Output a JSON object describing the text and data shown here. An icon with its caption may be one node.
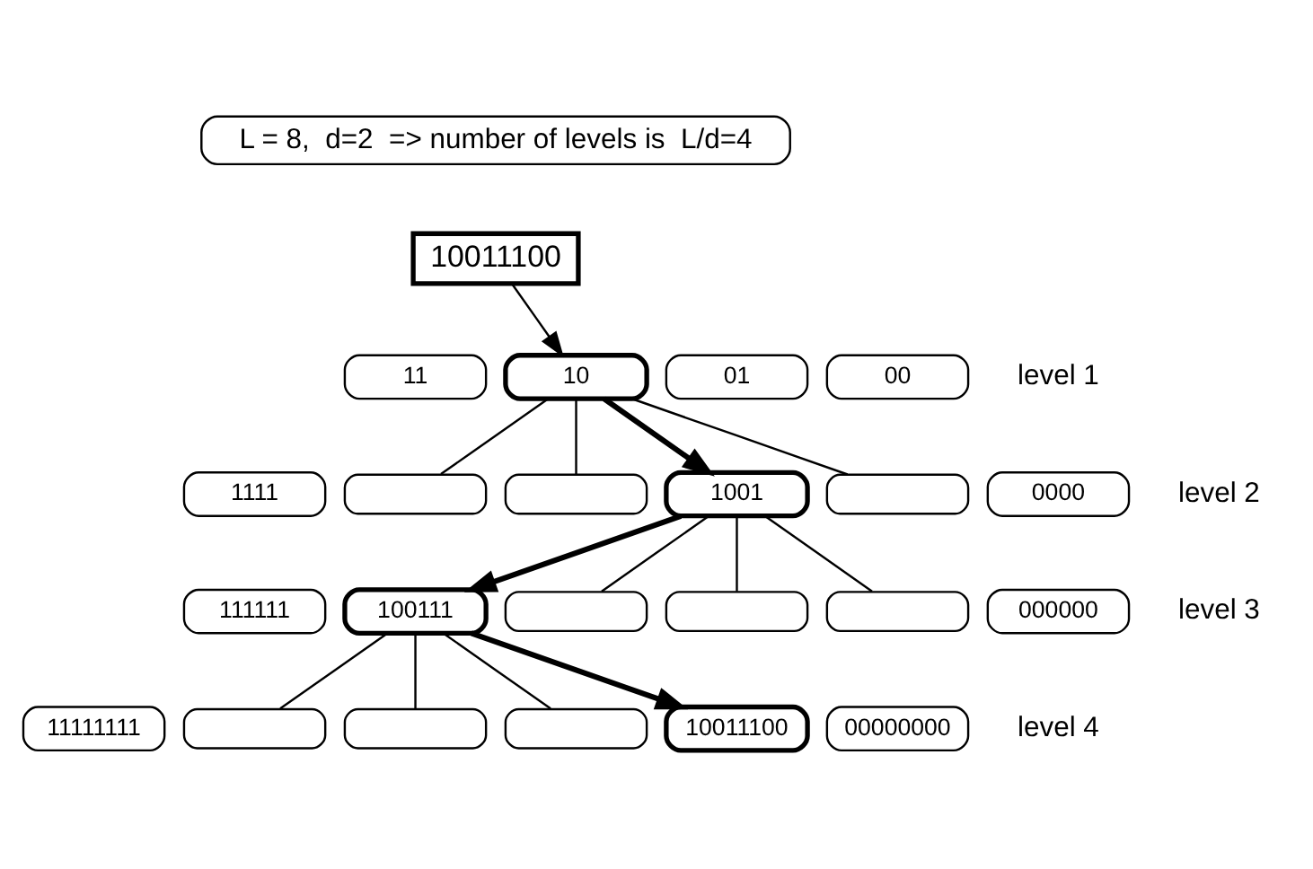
{
  "diagram": {
    "nodes": [
      {
        "text": [
          "L = 8,  d=2  => number of levels is  L/d=4"
        ]
      },
      {
        "text": [
          "10011100"
        ]
      },
      {
        "text": [
          "11"
        ]
      },
      {
        "text": [
          "10"
        ]
      },
      {
        "text": [
          "01"
        ]
      },
      {
        "text": [
          "00"
        ]
      },
      {
        "text": [
          "1111"
        ]
      },
      {
        "text": [],
        "shape": "box"
      },
      {
        "text": [],
        "shape": "box"
      },
      {
        "text": [
          "1001"
        ]
      },
      {
        "text": [],
        "shape": "box"
      },
      {
        "text": [
          "0000"
        ]
      },
      {
        "text": [
          "111111"
        ]
      },
      {
        "text": [
          "100111"
        ]
      },
      {
        "text": [],
        "shape": "box"
      },
      {
        "text": [],
        "shape": "box"
      },
      {
        "text": [],
        "shape": "box"
      },
      {
        "text": [
          "000000"
        ]
      },
      {
        "text": [
          "11111111"
        ]
      },
      {
        "text": [],
        "shape": "box"
      },
      {
        "text": [],
        "shape": "box"
      },
      {
        "text": [],
        "shape": "box"
      },
      {
        "text": [
          "10011100"
        ]
      },
      {
        "text": [
          "00000000"
        ]
      }
    ],
    "edges": [
      {
        "from": 1,
        "to": 3,
        "arrow": "to"
      },
      {
        "from": 3,
        "to": 7,
        "arrow": "none"
      },
      {
        "from": 3,
        "to": 8,
        "arrow": "none"
      },
      {
        "from": 3,
        "to": 9,
        "arrow": "to",
        "style": "thick"
      },
      {
        "from": 3,
        "to": 10,
        "arrow": "none"
      },
      {
        "from": 9,
        "to": 13,
        "arrow": "to",
        "style": "thick"
      },
      {
        "from": 9,
        "to": 14,
        "arrow": "none"
      },
      {
        "from": 9,
        "to": 15,
        "arrow": "none"
      },
      {
        "from": 9,
        "to": 16,
        "arrow": "none"
      },
      {
        "from": 13,
        "to": 19,
        "arrow": "none"
      },
      {
        "from": 13,
        "to": 20,
        "arrow": "none"
      },
      {
        "from": 13,
        "to": 21,
        "arrow": "none"
      },
      {
        "from": 13,
        "to": 22,
        "arrow": "to",
        "style": "thick"
      }
    ],
    "labels": [
      "level 1",
      "level 2",
      "level 3",
      "level 4"
    ]
  }
}
